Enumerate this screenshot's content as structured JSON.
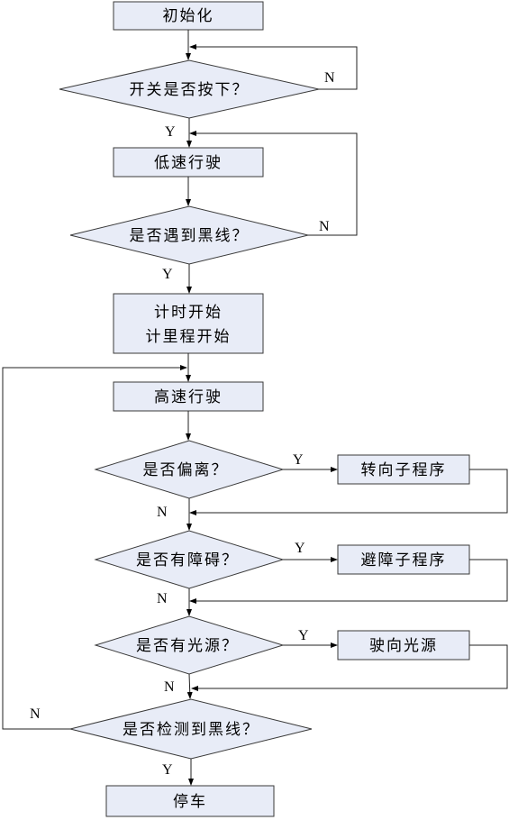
{
  "flowchart": {
    "nodes": {
      "init": "初始化",
      "switch_pressed": "开关是否按下？",
      "low_speed": "低速行驶",
      "black_line_1": "是否遇到黑线？",
      "start_timer": "计时开始",
      "start_mileage": "计里程开始",
      "high_speed": "高速行驶",
      "deviation": "是否偏离？",
      "turn_sub": "转向子程序",
      "obstacle": "是否有障碍？",
      "avoid_sub": "避障子程序",
      "light": "是否有光源？",
      "drive_light": "驶向光源",
      "detect_black": "是否检测到黑线？",
      "stop": "停车"
    },
    "edge_labels": {
      "switch_no": "N",
      "switch_yes": "Y",
      "black1_no": "N",
      "black1_yes": "Y",
      "deviation_yes": "Y",
      "deviation_no": "N",
      "obstacle_yes": "Y",
      "obstacle_no": "N",
      "light_yes": "Y",
      "light_no": "N",
      "detect_no": "N",
      "detect_yes": "Y"
    }
  }
}
